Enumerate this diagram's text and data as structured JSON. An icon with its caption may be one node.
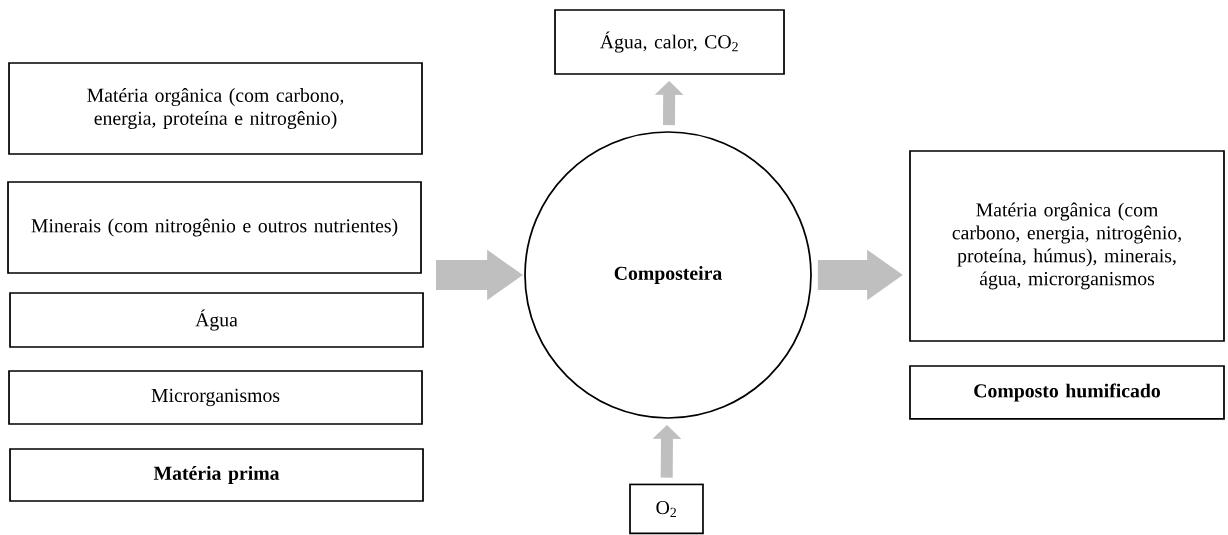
{
  "diagram": {
    "nodes": [
      {
        "text": [
          "Matéria orgânica (com carbono, energia, proteína e nitrogênio)"
        ]
      },
      {
        "text": [
          "Minerais (com nitrogênio e outros nutrientes)"
        ]
      },
      {
        "text": [
          "Água"
        ]
      },
      {
        "text": [
          "Microrganismos"
        ]
      },
      {
        "text": [
          "Matéria prima"
        ]
      },
      {
        "text": [
          "Composteira"
        ]
      },
      {
        "text": [
          "Água, calor, CO$_{2}$"
        ]
      },
      {
        "text": [
          "Matéria orgânica (com carbono, energia, nitrogênio, proteína, húmus), minerais, água, microrganismos"
        ]
      },
      {
        "text": [
          "Composto humificado"
        ]
      },
      {
        "text": [
          "O$_{2}$"
        ]
      }
    ],
    "edges": [
      {
        "from": null,
        "to": 5,
        "arrow": "to",
        "style": "thick"
      },
      {
        "from": 5,
        "to": 7,
        "arrow": "to",
        "style": "thick"
      },
      {
        "from": 5,
        "to": 6,
        "arrow": "to"
      },
      {
        "from": 9,
        "to": 5,
        "arrow": "to"
      }
    ]
  }
}
